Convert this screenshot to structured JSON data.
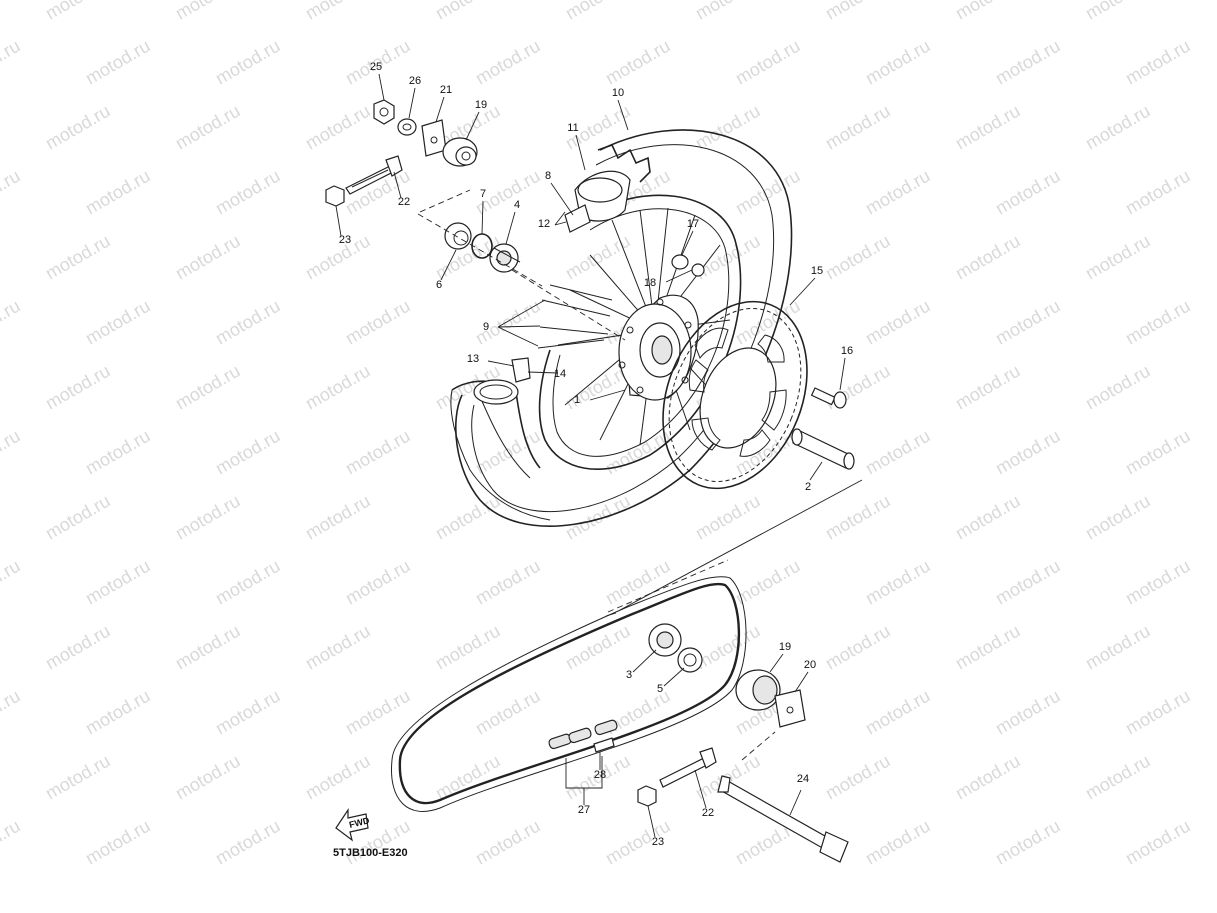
{
  "diagram": {
    "code": "5TJB100-E320",
    "fwd_label": "FWD",
    "watermark": "motod.ru",
    "parts": [
      {
        "id": "p1",
        "number": "1"
      },
      {
        "id": "p2",
        "number": "2"
      },
      {
        "id": "p3",
        "number": "3"
      },
      {
        "id": "p4",
        "number": "4"
      },
      {
        "id": "p5",
        "number": "5"
      },
      {
        "id": "p6",
        "number": "6"
      },
      {
        "id": "p7",
        "number": "7"
      },
      {
        "id": "p8",
        "number": "8"
      },
      {
        "id": "p9",
        "number": "9"
      },
      {
        "id": "p10",
        "number": "10"
      },
      {
        "id": "p11",
        "number": "11"
      },
      {
        "id": "p12",
        "number": "12"
      },
      {
        "id": "p13",
        "number": "13"
      },
      {
        "id": "p14",
        "number": "14"
      },
      {
        "id": "p15",
        "number": "15"
      },
      {
        "id": "p16",
        "number": "16"
      },
      {
        "id": "p17",
        "number": "17"
      },
      {
        "id": "p18",
        "number": "18"
      },
      {
        "id": "p19a",
        "number": "19"
      },
      {
        "id": "p19b",
        "number": "19"
      },
      {
        "id": "p20",
        "number": "20"
      },
      {
        "id": "p21",
        "number": "21"
      },
      {
        "id": "p22a",
        "number": "22"
      },
      {
        "id": "p22b",
        "number": "22"
      },
      {
        "id": "p23a",
        "number": "23"
      },
      {
        "id": "p23b",
        "number": "23"
      },
      {
        "id": "p24",
        "number": "24"
      },
      {
        "id": "p25",
        "number": "25"
      },
      {
        "id": "p26",
        "number": "26"
      },
      {
        "id": "p27",
        "number": "27"
      },
      {
        "id": "p28",
        "number": "28"
      }
    ]
  }
}
